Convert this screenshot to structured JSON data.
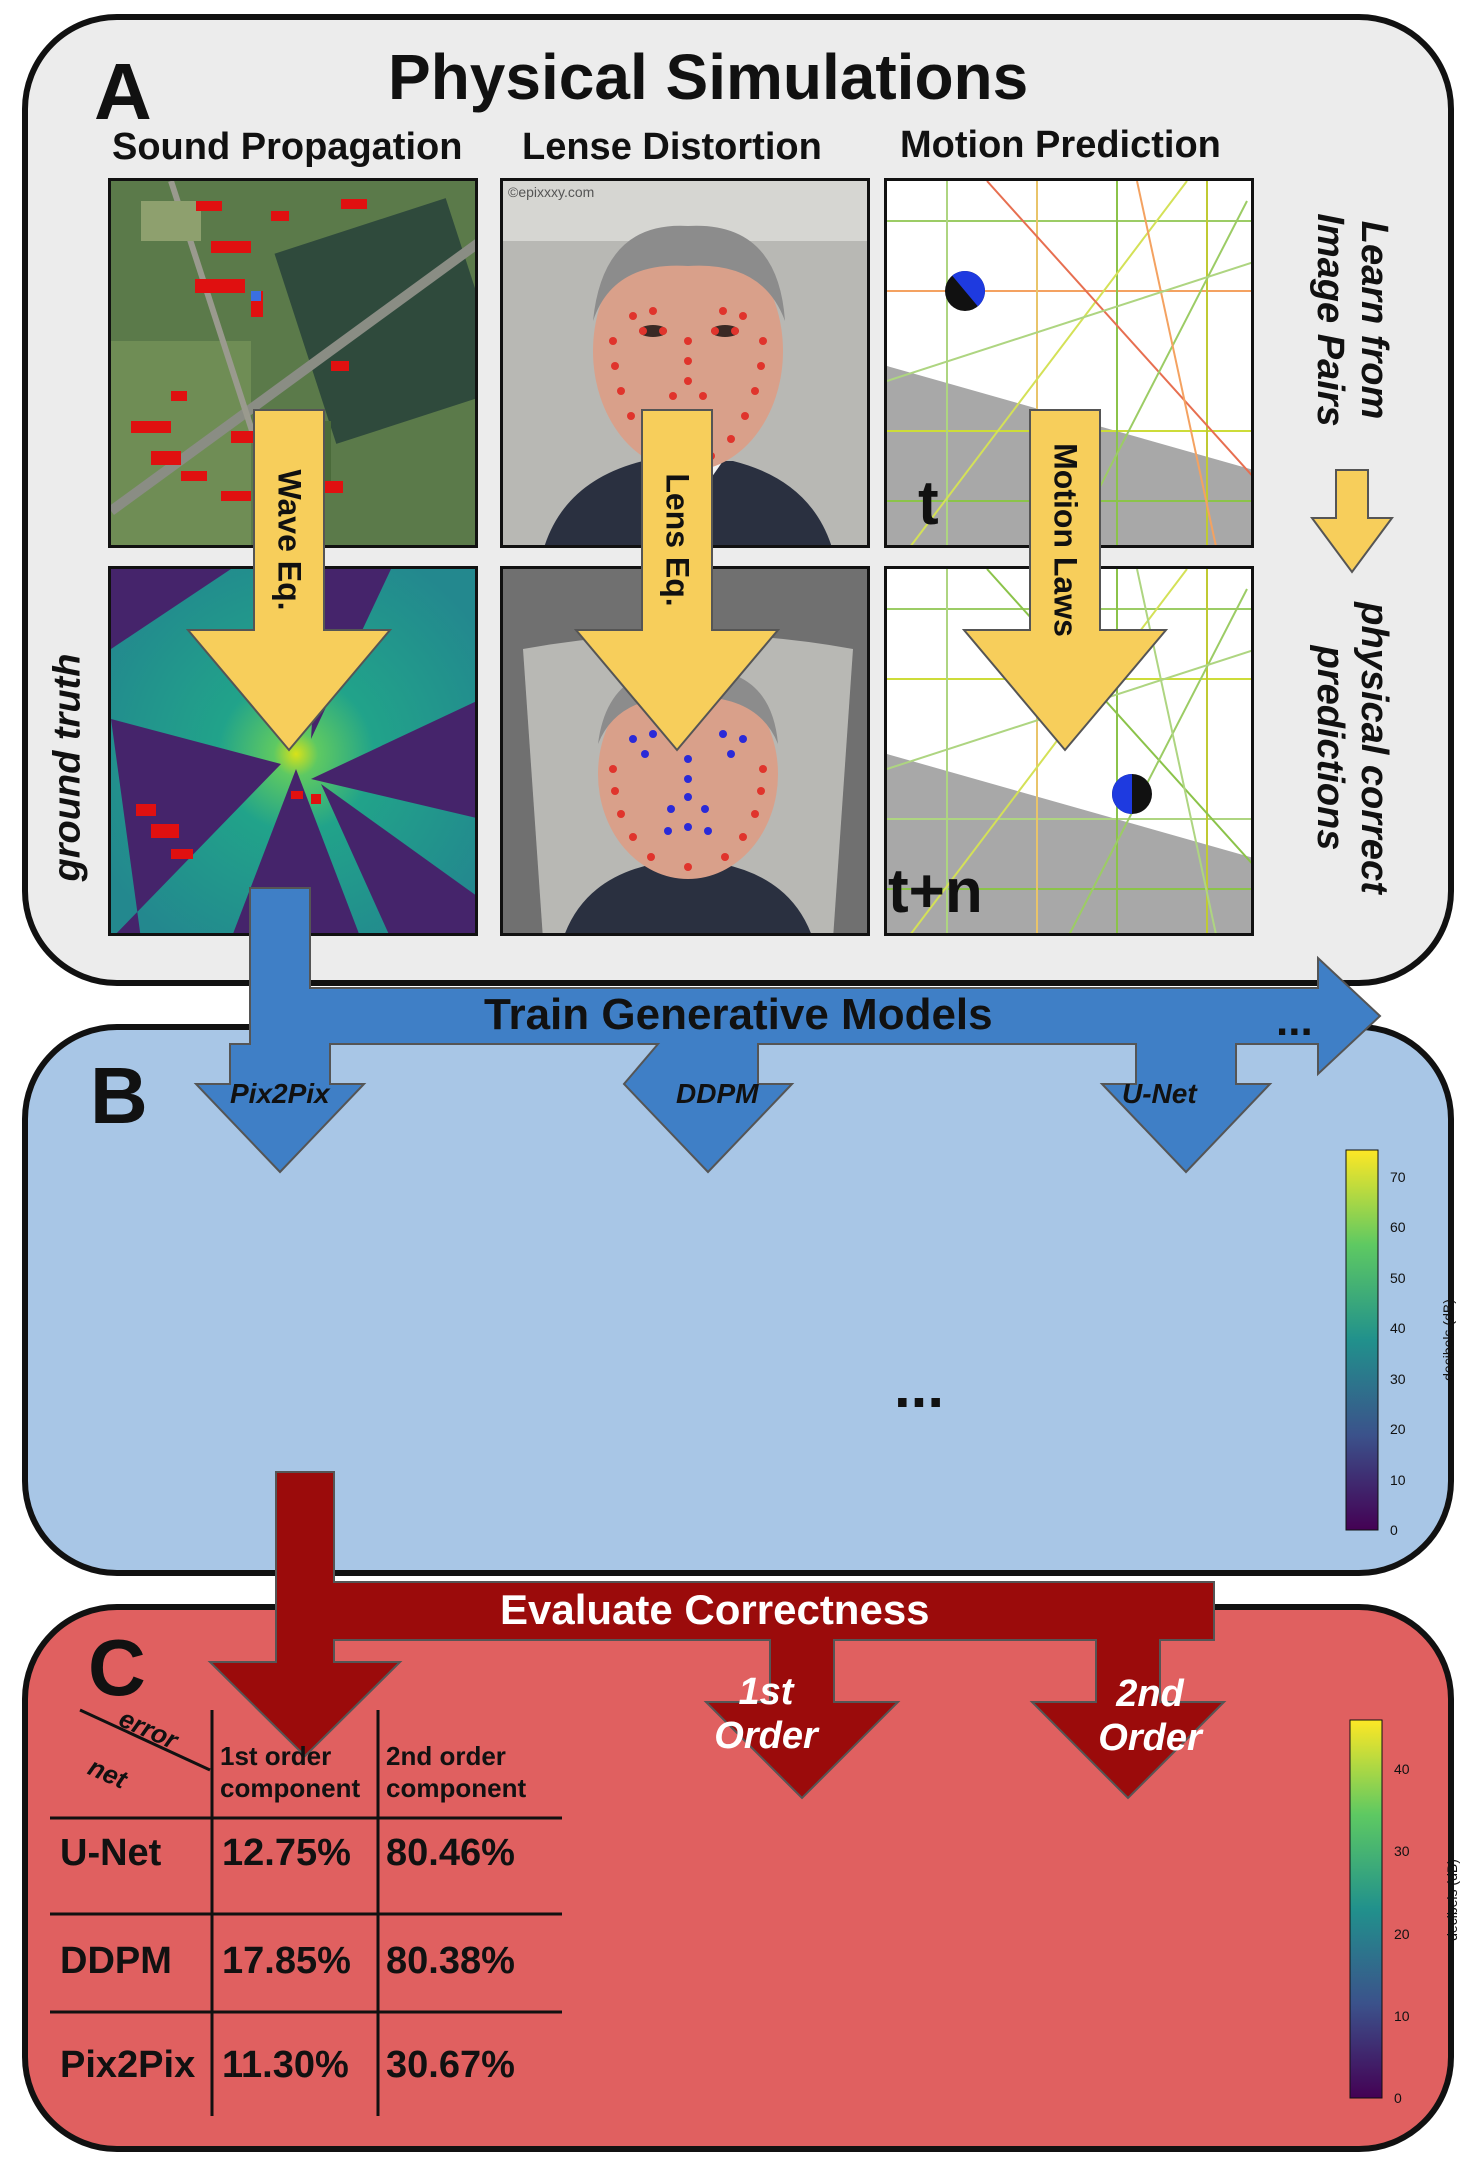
{
  "panel_a": {
    "letter": "A",
    "title": "Physical Simulations",
    "columns": [
      "Sound Propagation",
      "Lense Distortion",
      "Motion Prediction"
    ],
    "arrow_labels": [
      "Wave Eq.",
      "Lens Eq.",
      "Motion Laws"
    ],
    "side_label": "ground truth",
    "learn_label": [
      "Learn from",
      "Image Pairs"
    ],
    "predict_label": [
      "physical correct",
      "predictions"
    ],
    "time_labels": [
      "t",
      "t+n"
    ],
    "watermark": "©epixxxy.com"
  },
  "panel_b": {
    "letter": "B",
    "banner": "Train Generative Models",
    "banner_ellipsis": "...",
    "models": [
      "Pix2Pix",
      "DDPM",
      "U-Net"
    ],
    "ellipsis": "...",
    "colorbar": {
      "label": "decibels (dB)",
      "ticks": [
        "0",
        "10",
        "20",
        "30",
        "40",
        "50",
        "60",
        "70"
      ]
    }
  },
  "panel_c": {
    "letter": "C",
    "banner": "Evaluate Correctness",
    "arrow_labels": [
      [
        "1st",
        "Order"
      ],
      [
        "2nd",
        "Order"
      ]
    ],
    "table": {
      "corner_top": "error",
      "corner_bottom": "net",
      "headers": [
        [
          "1st order",
          "component"
        ],
        [
          "2nd order",
          "component"
        ]
      ],
      "rows": [
        {
          "net": "U-Net",
          "first": "12.75%",
          "second": "80.46%"
        },
        {
          "net": "DDPM",
          "first": "17.85%",
          "second": "80.38%"
        },
        {
          "net": "Pix2Pix",
          "first": "11.30%",
          "second": "30.67%"
        }
      ]
    },
    "colorbar": {
      "label": "decibels (dB)",
      "ticks": [
        "0",
        "10",
        "20",
        "30",
        "40"
      ]
    }
  },
  "colors": {
    "panel_a_bg": "#ececec",
    "panel_b_bg": "#a8c6e6",
    "panel_c_bg": "#e06060",
    "yellow_arrow": "#f7ce5b",
    "blue_arrow": "#3f7fc6",
    "red_arrow": "#9b0b0b"
  }
}
